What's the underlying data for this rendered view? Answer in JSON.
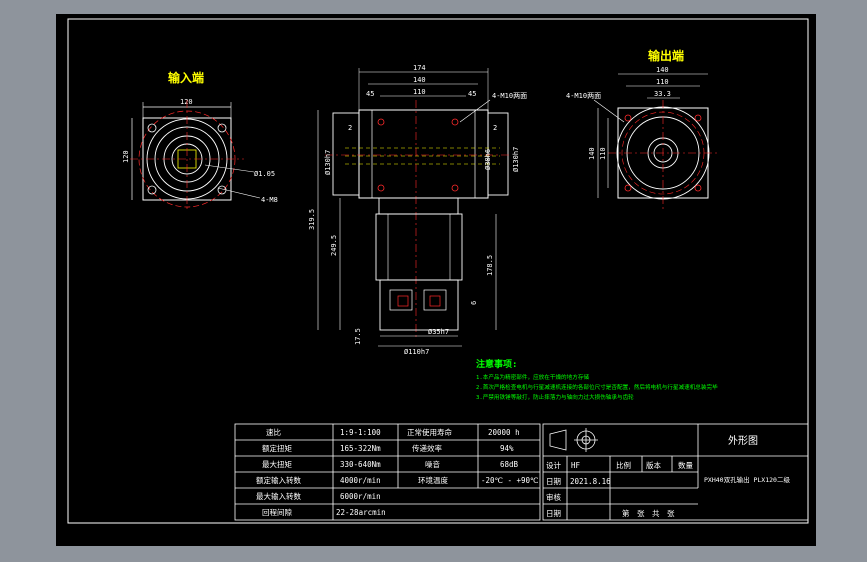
{
  "colors": {
    "background": "#8e949c",
    "sheet": "#000000",
    "border": "#ffffff",
    "outline": "#ffffff",
    "center": "#ff2a2a",
    "dim": "#ffffff",
    "hidden": "#ffff00",
    "title": "#ffff00",
    "notes": "#00ff00",
    "bolt": "#ff2a2a"
  },
  "views": {
    "input": {
      "title": "输入端",
      "dim_top": "120",
      "dim_left": "120",
      "label_dia": "Ø1.05",
      "label_bolt": "4-M8"
    },
    "front": {
      "dim_174": "174",
      "dim_140": "140",
      "dim_110": "110",
      "dim_45_left": "45",
      "dim_45_right": "45",
      "dim_2_left": "2",
      "dim_2_right": "2",
      "label_holes": "4-M10两面",
      "dim_dia_left": "Ø130h7",
      "dim_dia_mid": "Ø38h6",
      "dim_dia_right": "Ø130h7",
      "dim_319": "319.5",
      "dim_249": "249.5",
      "dim_178": "178.5",
      "dim_6": "6",
      "dim_17": "17.5",
      "dim_bottom_inner": "Ø35h7",
      "dim_bottom_outer": "Ø110h7"
    },
    "output": {
      "title": "输出端",
      "dim_140": "140",
      "dim_110": "110",
      "dim_33": "33.3",
      "label_holes": "4-M10两面",
      "dim_left_140": "140",
      "dim_left_110": "110"
    }
  },
  "notes": {
    "title": "注意事项:",
    "lines": [
      "1.本产品为精密部件，应放在干燥的地方存储",
      "2.首次严格检查电机与行星减速机连接的各部位尺寸是否配置，然后将电机与行星减速机总装完毕",
      "3.严禁用铁锤等敲打，防止摔落力与轴向力过大损伤轴承与齿轮"
    ]
  },
  "specs": [
    {
      "label": "速比",
      "value": "1:9-1:100",
      "label2": "正常使用寿命",
      "value2": "20000 h"
    },
    {
      "label": "额定扭矩",
      "value": "165-322Nm",
      "label2": "传递效率",
      "value2": "94%"
    },
    {
      "label": "最大扭矩",
      "value": "330-640Nm",
      "label2": "噪音",
      "value2": "68dB"
    },
    {
      "label": "额定输入转数",
      "value": "4000r/min",
      "label2": "环境温度",
      "value2": "-20℃ - +90℃"
    },
    {
      "label": "最大输入转数",
      "value": "6000r/min",
      "label2": "",
      "value2": ""
    },
    {
      "label": "回程间隙",
      "value": "22-28arcmin",
      "label2": "",
      "value2": ""
    }
  ],
  "title_block": {
    "drawing_title": "外形图",
    "part_name": "PXH40双孔输出 PLX120二级",
    "design_label": "设计",
    "design_value": "HF",
    "ratio_label": "比例",
    "version_label": "版本",
    "qty_label": "数量",
    "date_label": "日期",
    "date_value": "2021.8.16",
    "review_label": "审核",
    "date2_label": "日期",
    "sheets": "第　张　共　张"
  }
}
